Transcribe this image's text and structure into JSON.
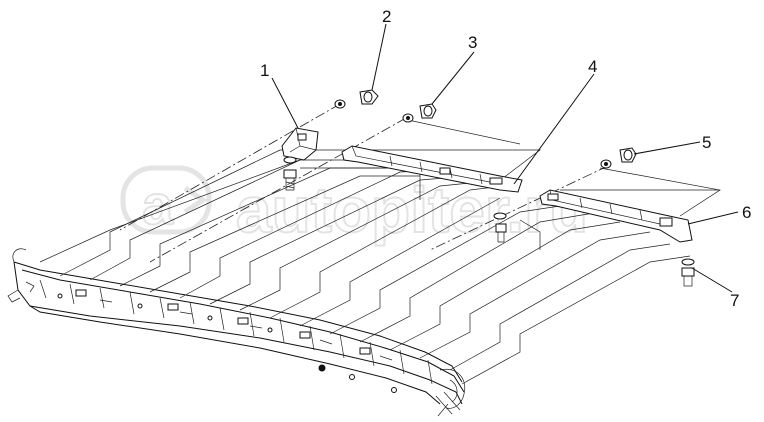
{
  "callouts": [
    {
      "id": "1",
      "label": "1"
    },
    {
      "id": "2",
      "label": "2"
    },
    {
      "id": "3",
      "label": "3"
    },
    {
      "id": "4",
      "label": "4"
    },
    {
      "id": "5",
      "label": "5"
    },
    {
      "id": "6",
      "label": "6"
    },
    {
      "id": "7",
      "label": "7"
    }
  ],
  "watermark": {
    "text": "autopiter.ru"
  },
  "colors": {
    "line": "#111111",
    "background": "#ffffff",
    "watermark": "#d8d8d8"
  }
}
